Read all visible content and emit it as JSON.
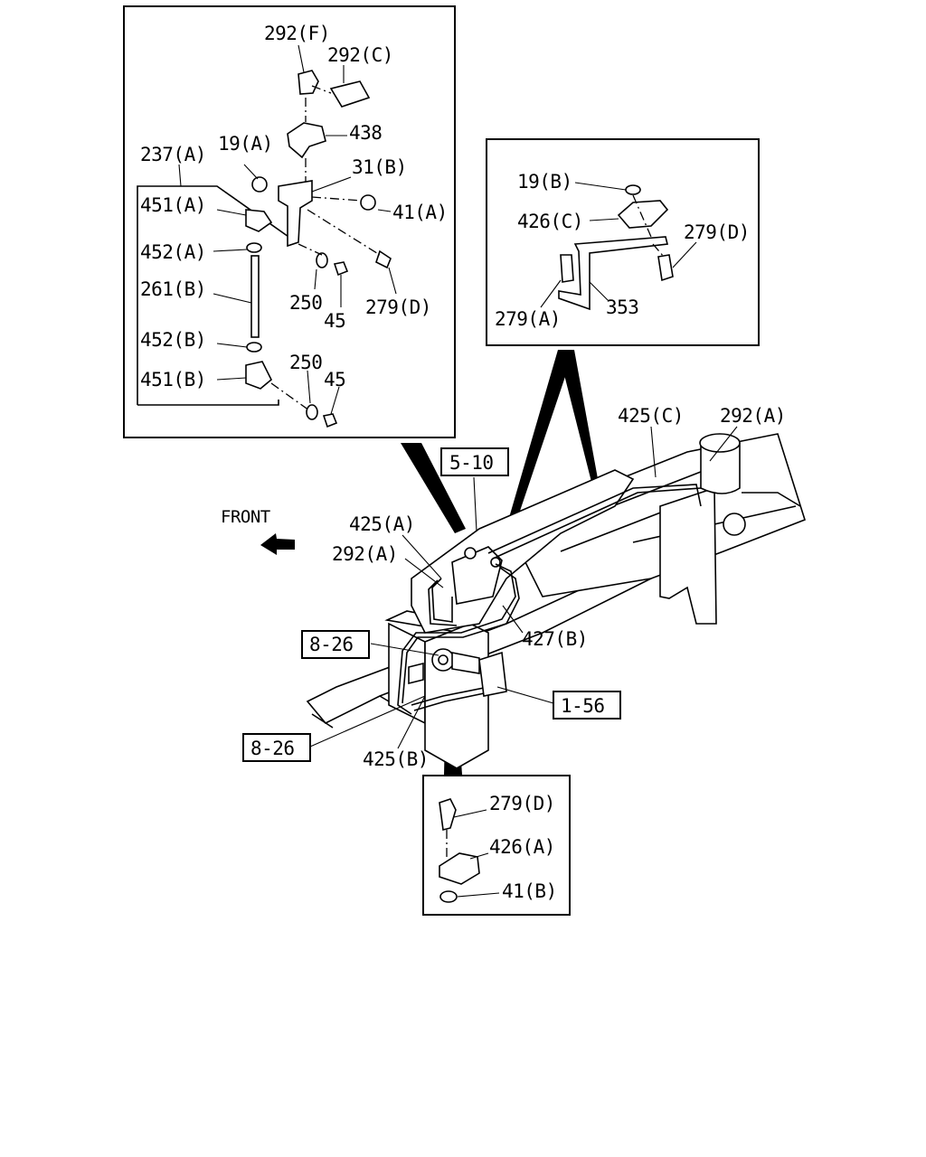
{
  "labels": {
    "a_292F": "292(F)",
    "a_292C": "292(C)",
    "a_438": "438",
    "a_237A": "237(A)",
    "a_19A": "19(A)",
    "a_31B": "31(B)",
    "a_451A": "451(A)",
    "a_41A": "41(A)",
    "a_452A": "452(A)",
    "a_261B": "261(B)",
    "a_250a": "250",
    "a_45a": "45",
    "a_279Da": "279(D)",
    "a_452B": "452(B)",
    "a_250b": "250",
    "a_451B": "451(B)",
    "a_45b": "45",
    "b_19B": "19(B)",
    "b_426C": "426(C)",
    "b_279D": "279(D)",
    "b_279A": "279(A)",
    "b_353": "353",
    "m_425C": "425(C)",
    "m_292Aa": "292(A)",
    "m_ref510": "5-10",
    "m_front": "FRONT",
    "m_425A": "425(A)",
    "m_292Ab": "292(A)",
    "m_ref826a": "8-26",
    "m_427B": "427(B)",
    "m_ref156": "1-56",
    "m_ref826b": "8-26",
    "m_425B": "425(B)",
    "c_279D": "279(D)",
    "c_426A": "426(A)",
    "c_41B": "41(B)"
  }
}
